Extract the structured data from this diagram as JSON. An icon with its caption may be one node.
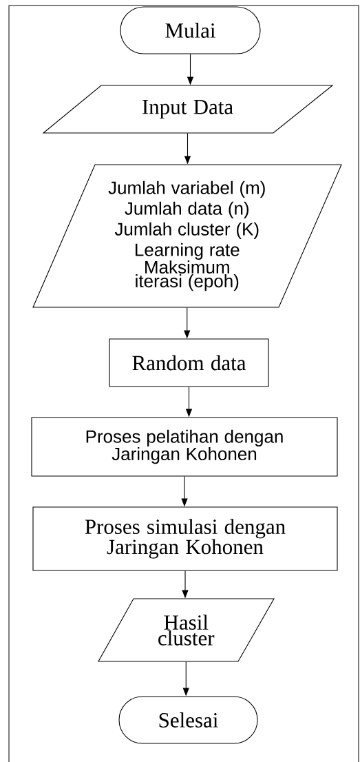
{
  "diagram": {
    "nodes": [
      {
        "text": [
          "Mulai"
        ]
      },
      {
        "text": [
          "Input Data"
        ]
      },
      {
        "text": [
          "Jumlah variabel (m)",
          "Jumlah data (n)",
          "Jumlah cluster (K)",
          "Learning rate",
          "Maksimum iterasi (epoh)"
        ]
      },
      {
        "text": [
          "Random data"
        ]
      },
      {
        "text": [
          "Proses pelatihan dengan Jaringan Kohonen"
        ]
      },
      {
        "text": [
          "Proses simulasi dengan Jaringan Kohonen"
        ]
      },
      {
        "text": [
          "Hasil cluster"
        ]
      },
      {
        "text": [
          "Selesai"
        ]
      }
    ],
    "edges": [
      {
        "from": 0,
        "to": 1,
        "arrow": "to"
      },
      {
        "from": 1,
        "to": 2,
        "arrow": "to"
      },
      {
        "from": 2,
        "to": 3,
        "arrow": "to"
      },
      {
        "from": 3,
        "to": 4,
        "arrow": "to"
      },
      {
        "from": 4,
        "to": 5,
        "arrow": "to"
      },
      {
        "from": 5,
        "to": 6,
        "arrow": "to"
      },
      {
        "from": 6,
        "to": 7,
        "arrow": "to"
      }
    ]
  }
}
